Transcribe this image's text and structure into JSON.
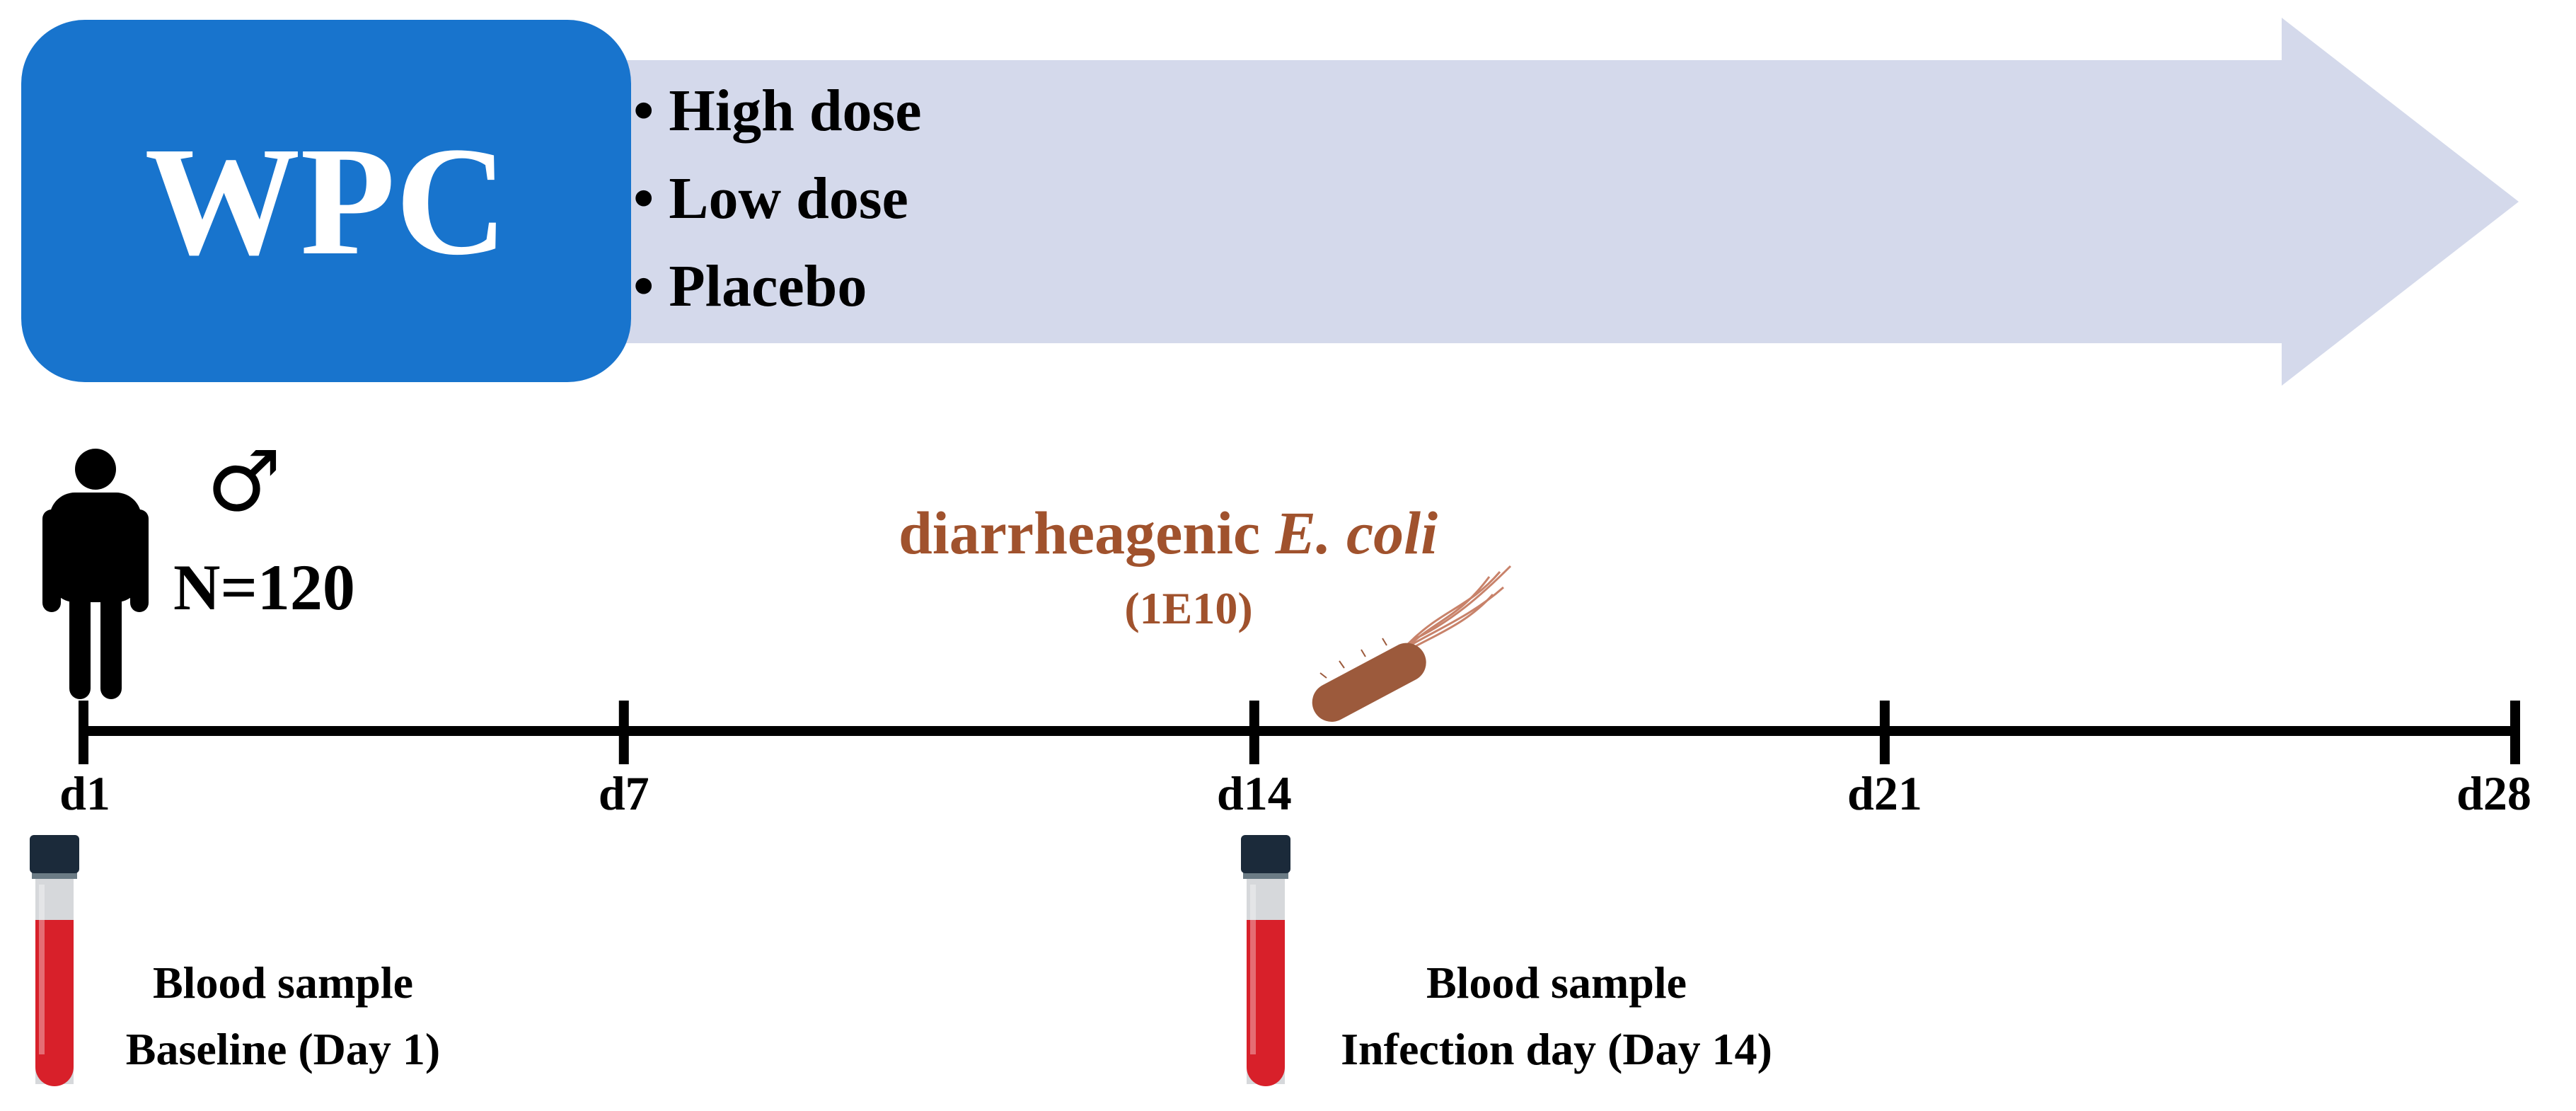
{
  "treatment": {
    "box_label": "WPC",
    "arms": [
      "High dose",
      "Low dose",
      "Placebo"
    ],
    "bullet": "•"
  },
  "participants": {
    "sex_symbol": "♂",
    "count_label": "N=120"
  },
  "infection": {
    "label_main": "diarrheageníc",
    "label_main_text": "diarrheagenic",
    "label_species": "E. coli",
    "dose": "(1E10)"
  },
  "timeline": {
    "ticks": [
      "d1",
      "d7",
      "d14",
      "d21",
      "d28"
    ],
    "tick_days": [
      1,
      7,
      14,
      21,
      28
    ],
    "range_days": [
      1,
      28
    ]
  },
  "samples": [
    {
      "day": 1,
      "line1": "Blood sample",
      "line2": "Baseline (Day 1)"
    },
    {
      "day": 14,
      "line1": "Blood sample",
      "line2": "Infection day (Day 14)"
    }
  ],
  "colors": {
    "box_blue": "#1874CD",
    "arrow_lavender": "#D4D9EB",
    "infection_brown": "#A0522D",
    "tube_red": "#D8202A",
    "cap": "#1B2A3A",
    "bacterium": "#9C5A3C"
  }
}
